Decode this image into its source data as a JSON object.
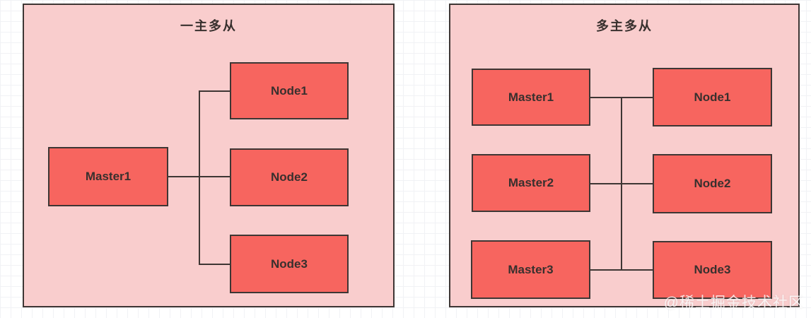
{
  "colors": {
    "panel_background": "#f9cdcd",
    "shape_fill": "#f7655f",
    "stroke": "#3e3634",
    "text": "#38302e",
    "canvas_background": "#ffffff",
    "grid_line": "#f1f2f5"
  },
  "left_panel": {
    "title": "一主多从",
    "master": {
      "label": "Master1"
    },
    "nodes": [
      {
        "label": "Node1"
      },
      {
        "label": "Node2"
      },
      {
        "label": "Node3"
      }
    ]
  },
  "right_panel": {
    "title": "多主多从",
    "masters": [
      {
        "label": "Master1"
      },
      {
        "label": "Master2"
      },
      {
        "label": "Master3"
      }
    ],
    "nodes": [
      {
        "label": "Node1"
      },
      {
        "label": "Node2"
      },
      {
        "label": "Node3"
      }
    ]
  },
  "watermark": {
    "text": "@稀土掘金技术社区"
  }
}
